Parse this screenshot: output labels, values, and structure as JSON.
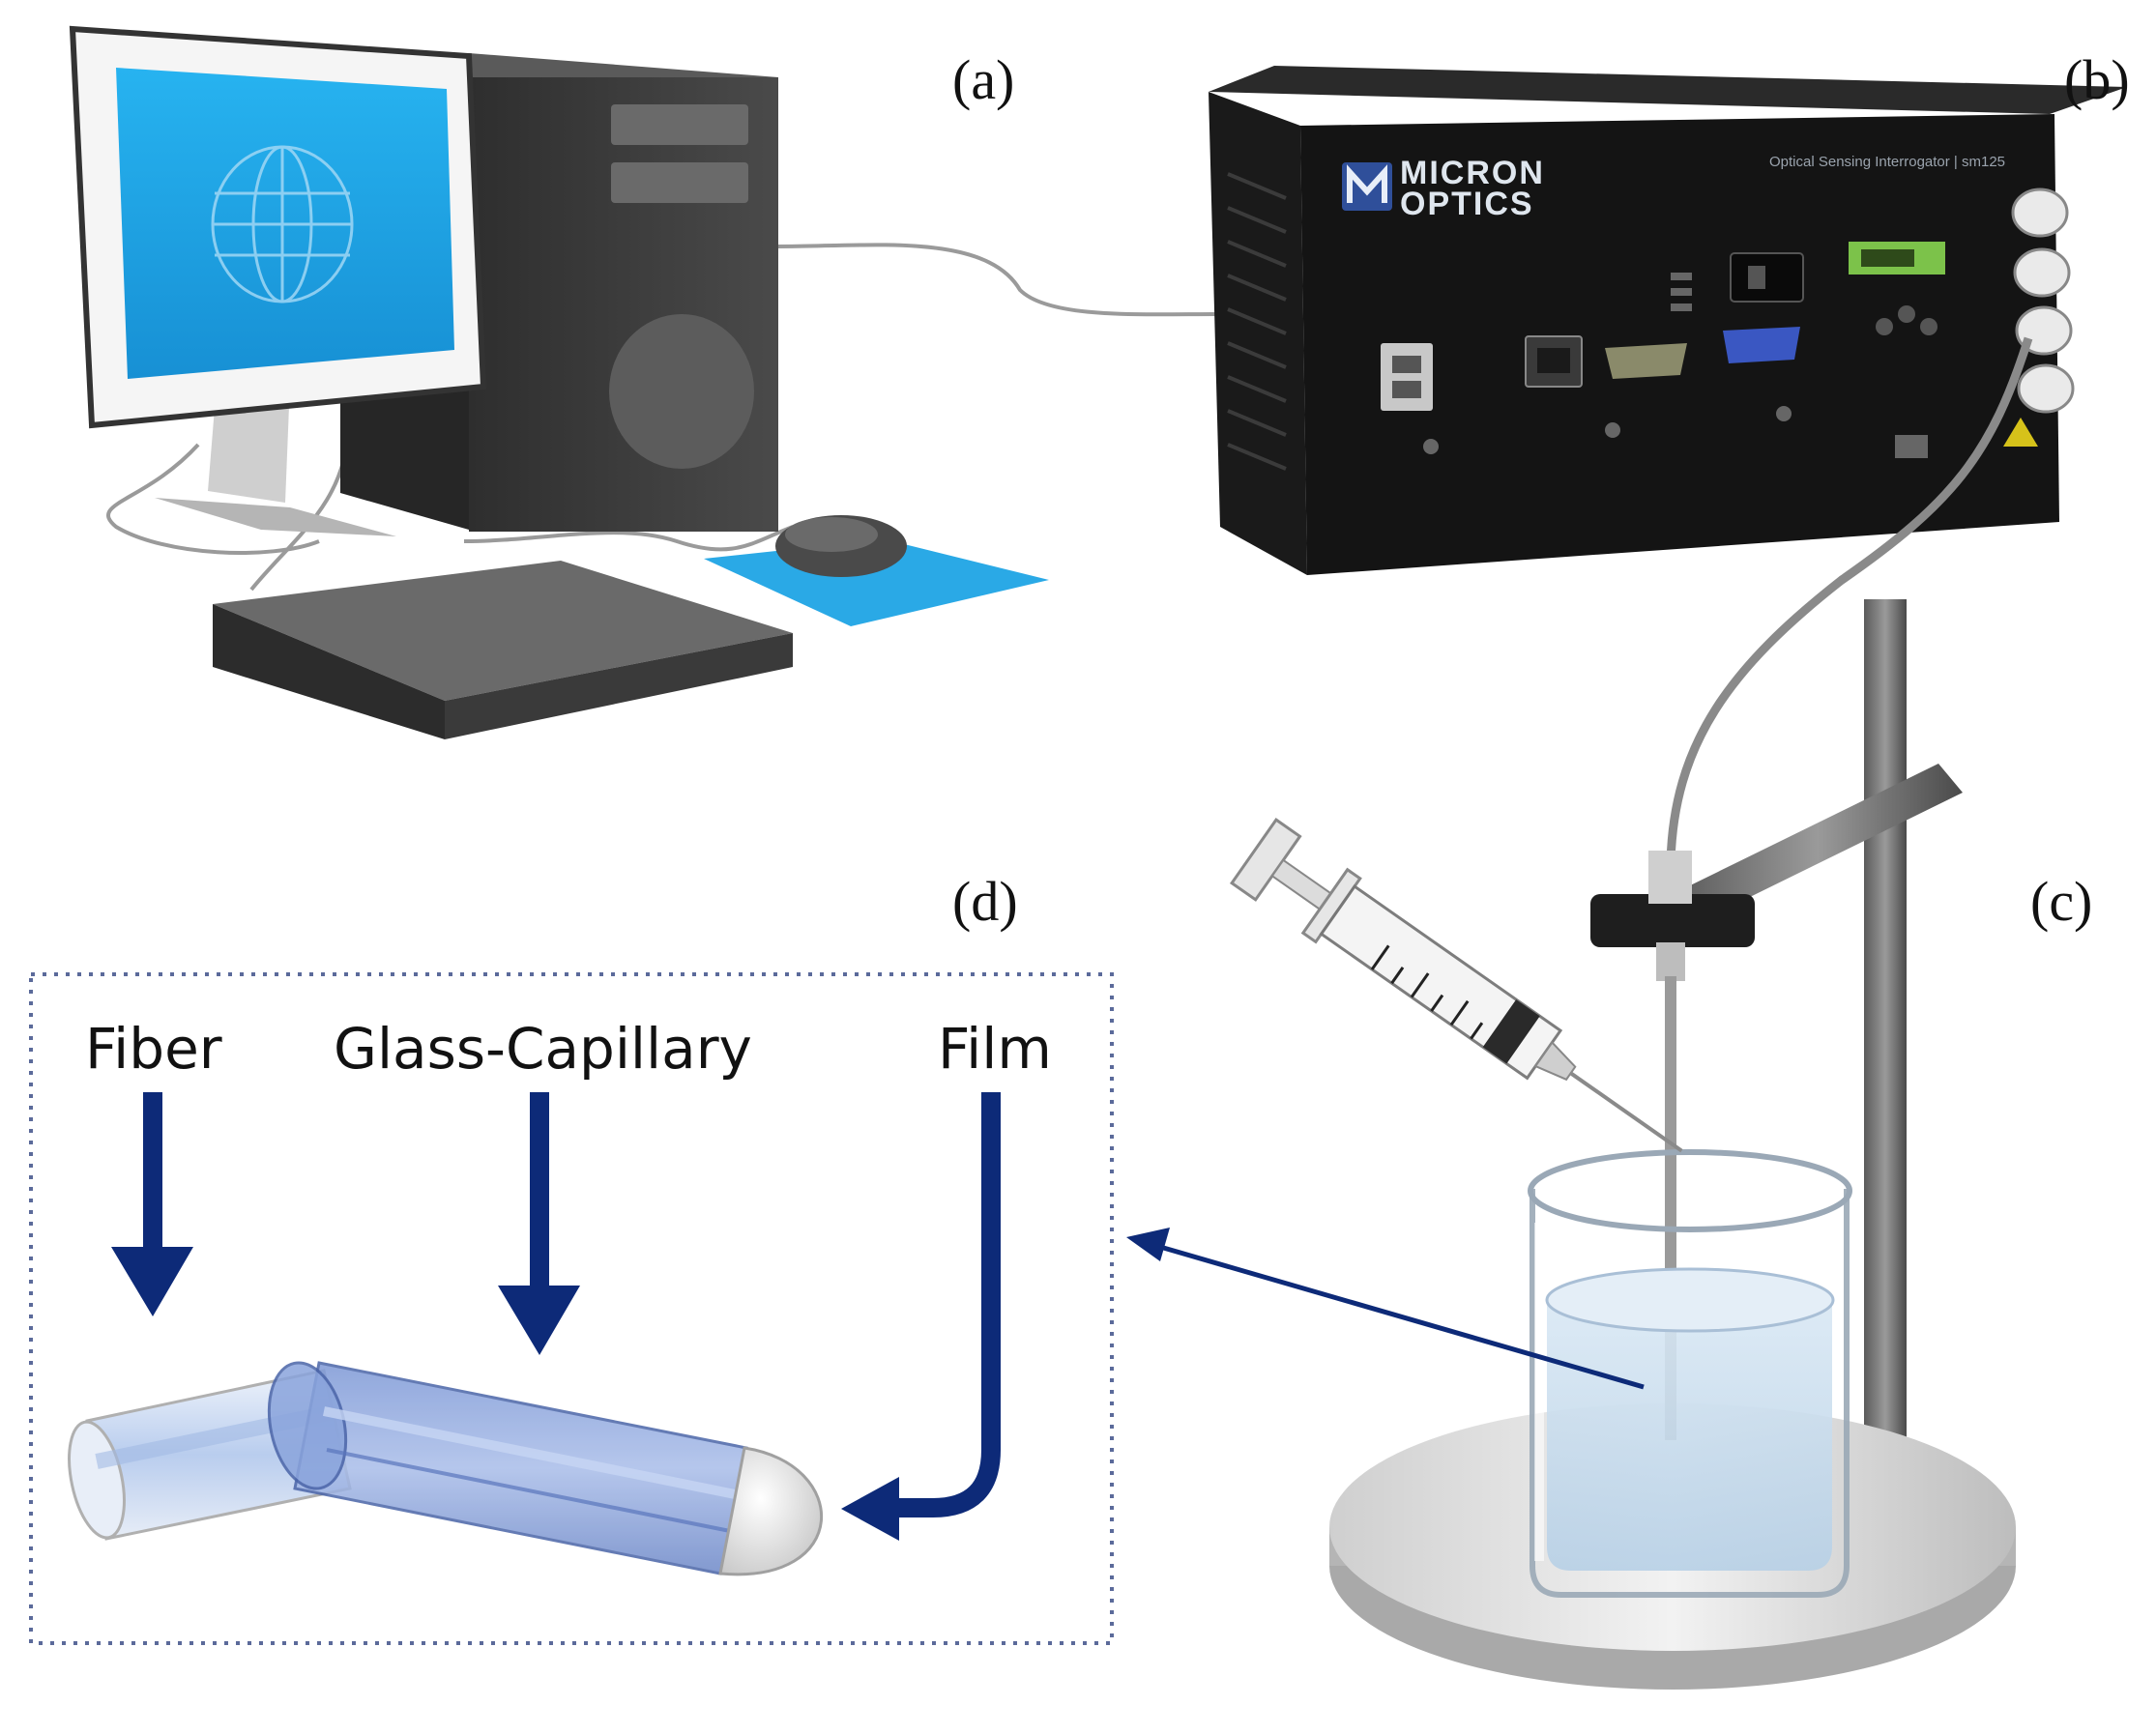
{
  "panels": {
    "a": "(a)",
    "b": "(b)",
    "c": "(c)",
    "d": "(d)"
  },
  "interrogator": {
    "brand_line1": "MICRON",
    "brand_line2": "OPTICS",
    "model_text": "Optical Sensing Interrogator | sm125"
  },
  "inset": {
    "labels": {
      "fiber": "Fiber",
      "capillary": "Glass-Capillary",
      "film": "Film"
    }
  },
  "colors": {
    "arrow": "#0d2a78",
    "screen": "#1ea6e6",
    "mousepad": "#2aa9e6",
    "tower": "#3a3a3a",
    "device": "#141414",
    "inset_border": "#5b6a9a",
    "capillary": "#6f8fd0",
    "liquid": "#c9dcec"
  }
}
